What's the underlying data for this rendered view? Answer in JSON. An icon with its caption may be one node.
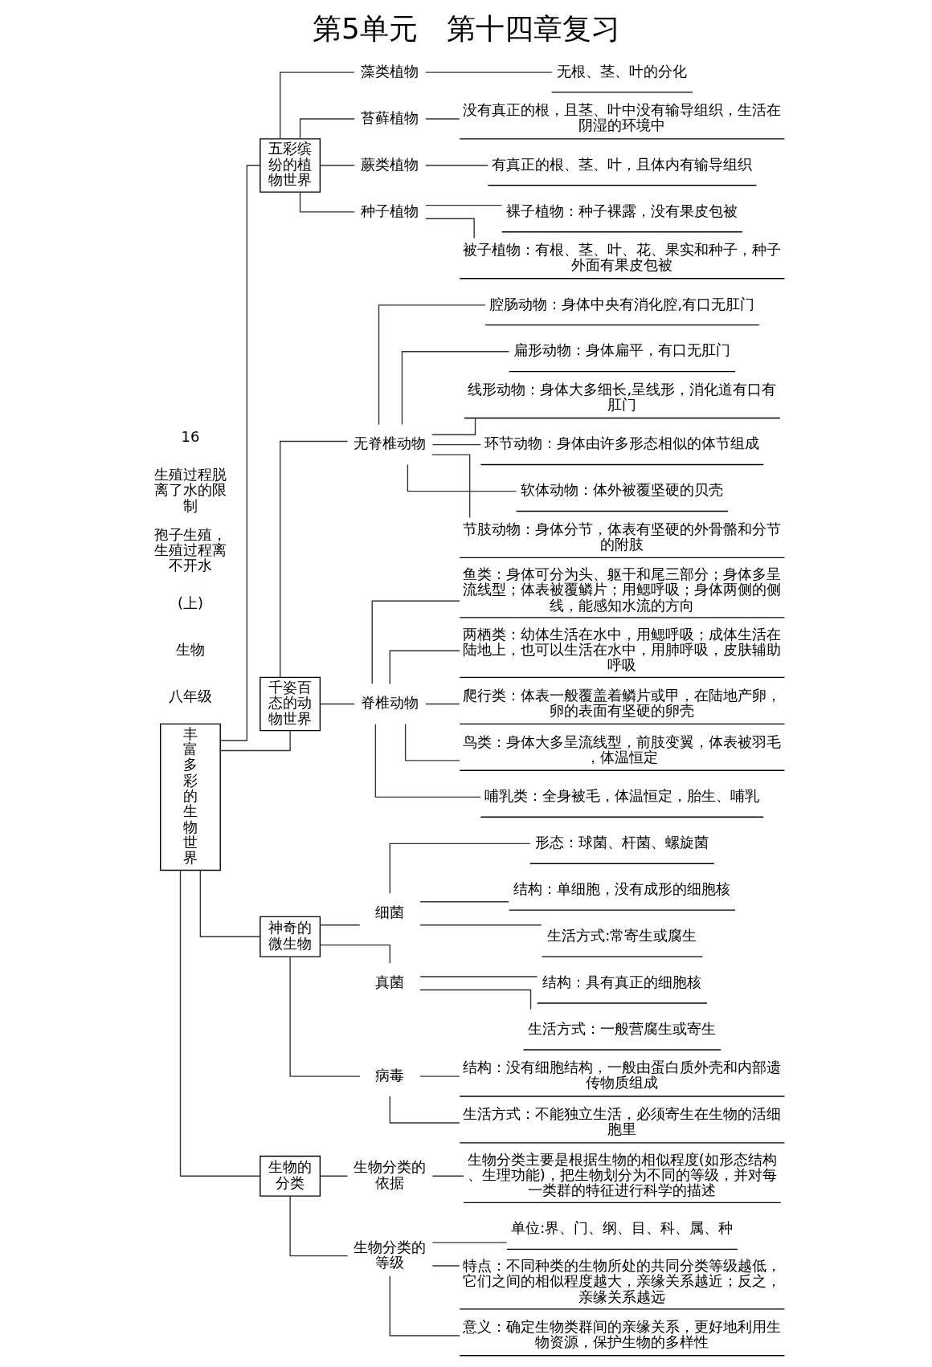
{
  "diagram": {
    "title": "第5单元　第十四章复习",
    "nodes": [
      {
        "text": [
          "丰富多彩的生物世界"
        ]
      },
      {
        "text": [
          "五彩缤纷的植物世界"
        ]
      },
      {
        "text": [
          "藻类植物"
        ]
      },
      {
        "text": [
          "无根、茎、叶的分化"
        ]
      },
      {
        "text": [
          "苔藓植物"
        ]
      },
      {
        "text": [
          "没有真正的根，且茎、叶中没有输导组织，生活在阴湿的环境中"
        ]
      },
      {
        "text": [
          "蕨类植物"
        ]
      },
      {
        "text": [
          "有真正的根、茎、叶，且体内有输导组织"
        ]
      },
      {
        "text": [
          "种子植物"
        ]
      },
      {
        "text": [
          "裸子植物：种子裸露，没有果皮包被"
        ]
      },
      {
        "text": [
          "被子植物：有根、茎、叶、花、果实和种子，种子外面有果皮包被"
        ]
      },
      {
        "text": [
          "千姿百态的动物世界"
        ]
      },
      {
        "text": [
          "无脊椎动物"
        ]
      },
      {
        "text": [
          "腔肠动物：身体中央有消化腔,有口无肛门"
        ]
      },
      {
        "text": [
          "扁形动物：身体扁平，有口无肛门"
        ]
      },
      {
        "text": [
          "线形动物：身体大多细长,呈线形，消化道有口有肛门"
        ]
      },
      {
        "text": [
          "环节动物：身体由许多形态相似的体节组成"
        ]
      },
      {
        "text": [
          "软体动物：体外被覆坚硬的贝壳"
        ]
      },
      {
        "text": [
          "节肢动物：身体分节，体表有坚硬的外骨骼和分节的附肢"
        ]
      },
      {
        "text": [
          "脊椎动物"
        ]
      },
      {
        "text": [
          "鱼类：身体可分为头、躯干和尾三部分；身体多呈流线型；体表被覆鳞片；用鳃呼吸；身体两侧的侧线，能感知水流的方向"
        ]
      },
      {
        "text": [
          "两栖类：幼体生活在水中，用鳃呼吸；成体生活在陆地上，也可以生活在水中，用肺呼吸，皮肤辅助呼吸"
        ]
      },
      {
        "text": [
          "爬行类：体表一般覆盖着鳞片或甲，在陆地产卵，卵的表面有坚硬的卵壳"
        ]
      },
      {
        "text": [
          "鸟类：身体大多呈流线型，前肢变翼，体表被羽毛，体温恒定"
        ]
      },
      {
        "text": [
          "哺乳类：全身被毛，体温恒定，胎生、哺乳"
        ]
      },
      {
        "text": [
          "神奇的微生物"
        ]
      },
      {
        "text": [
          "细菌"
        ]
      },
      {
        "text": [
          "形态：球菌、杆菌、螺旋菌"
        ]
      },
      {
        "text": [
          "结构：单细胞，没有成形的细胞核"
        ]
      },
      {
        "text": [
          "生活方式:常寄生或腐生"
        ]
      },
      {
        "text": [
          "真菌"
        ]
      },
      {
        "text": [
          "结构：具有真正的细胞核"
        ]
      },
      {
        "text": [
          "生活方式：一般营腐生或寄生"
        ]
      },
      {
        "text": [
          "病毒"
        ]
      },
      {
        "text": [
          "结构：没有细胞结构，一般由蛋白质外壳和内部遗传物质组成"
        ]
      },
      {
        "text": [
          "生活方式：不能独立生活，必须寄生在生物的活细胞里"
        ]
      },
      {
        "text": [
          "生物的分类"
        ]
      },
      {
        "text": [
          "生物分类的依据"
        ]
      },
      {
        "text": [
          "生物分类主要是根据生物的相似程度(如形态结构、生理功能)，把生物划分为不同的等级，并对每一类群的特征进行科学的描述"
        ]
      },
      {
        "text": [
          "生物分类的等级"
        ]
      },
      {
        "text": [
          "单位:界、门、纲、目、科、属、种"
        ]
      },
      {
        "text": [
          "特点：不同种类的生物所处的共同分类等级越低，它们之间的相似程度越大，亲缘关系越近；反之，亲缘关系越远"
        ]
      },
      {
        "text": [
          "意义：确定生物类群间的亲缘关系，更好地利用生物资源，保护生物的多样性"
        ]
      }
    ],
    "edges": [
      {
        "from": 0,
        "to": 1,
        "arrow": "none"
      },
      {
        "from": 1,
        "to": 2,
        "arrow": "none"
      },
      {
        "from": 2,
        "to": 3,
        "arrow": "none"
      },
      {
        "from": 1,
        "to": 4,
        "arrow": "none"
      },
      {
        "from": 4,
        "to": 5,
        "arrow": "none"
      },
      {
        "from": 1,
        "to": 6,
        "arrow": "none"
      },
      {
        "from": 6,
        "to": 7,
        "arrow": "none"
      },
      {
        "from": 1,
        "to": 8,
        "arrow": "none"
      },
      {
        "from": 8,
        "to": 9,
        "arrow": "none"
      },
      {
        "from": 8,
        "to": 10,
        "arrow": "none"
      },
      {
        "from": 0,
        "to": 11,
        "arrow": "none"
      },
      {
        "from": 11,
        "to": 12,
        "arrow": "none"
      },
      {
        "from": 12,
        "to": 13,
        "arrow": "none"
      },
      {
        "from": 12,
        "to": 14,
        "arrow": "none"
      },
      {
        "from": 12,
        "to": 15,
        "arrow": "none"
      },
      {
        "from": 12,
        "to": 16,
        "arrow": "none"
      },
      {
        "from": 12,
        "to": 17,
        "arrow": "none"
      },
      {
        "from": 12,
        "to": 18,
        "arrow": "none"
      },
      {
        "from": 11,
        "to": 19,
        "arrow": "none"
      },
      {
        "from": 19,
        "to": 20,
        "arrow": "none"
      },
      {
        "from": 19,
        "to": 21,
        "arrow": "none"
      },
      {
        "from": 19,
        "to": 22,
        "arrow": "none"
      },
      {
        "from": 19,
        "to": 23,
        "arrow": "none"
      },
      {
        "from": 19,
        "to": 24,
        "arrow": "none"
      },
      {
        "from": 0,
        "to": 25,
        "arrow": "none"
      },
      {
        "from": 25,
        "to": 26,
        "arrow": "none"
      },
      {
        "from": 26,
        "to": 27,
        "arrow": "none"
      },
      {
        "from": 26,
        "to": 28,
        "arrow": "none"
      },
      {
        "from": 26,
        "to": 29,
        "arrow": "none"
      },
      {
        "from": 25,
        "to": 30,
        "arrow": "none"
      },
      {
        "from": 30,
        "to": 31,
        "arrow": "none"
      },
      {
        "from": 30,
        "to": 32,
        "arrow": "none"
      },
      {
        "from": 25,
        "to": 33,
        "arrow": "none"
      },
      {
        "from": 33,
        "to": 34,
        "arrow": "none"
      },
      {
        "from": 33,
        "to": 35,
        "arrow": "none"
      },
      {
        "from": 0,
        "to": 36,
        "arrow": "none"
      },
      {
        "from": 36,
        "to": 37,
        "arrow": "none"
      },
      {
        "from": 37,
        "to": 38,
        "arrow": "none"
      },
      {
        "from": 36,
        "to": 39,
        "arrow": "none"
      },
      {
        "from": 39,
        "to": 40,
        "arrow": "none"
      },
      {
        "from": 39,
        "to": 41,
        "arrow": "none"
      },
      {
        "from": 39,
        "to": 42,
        "arrow": "none"
      }
    ],
    "labels": [
      "八年级",
      "生物",
      "(上)",
      "孢子生殖，生殖过程离不开水",
      "生殖过程脱离了水的限制",
      "16"
    ]
  }
}
